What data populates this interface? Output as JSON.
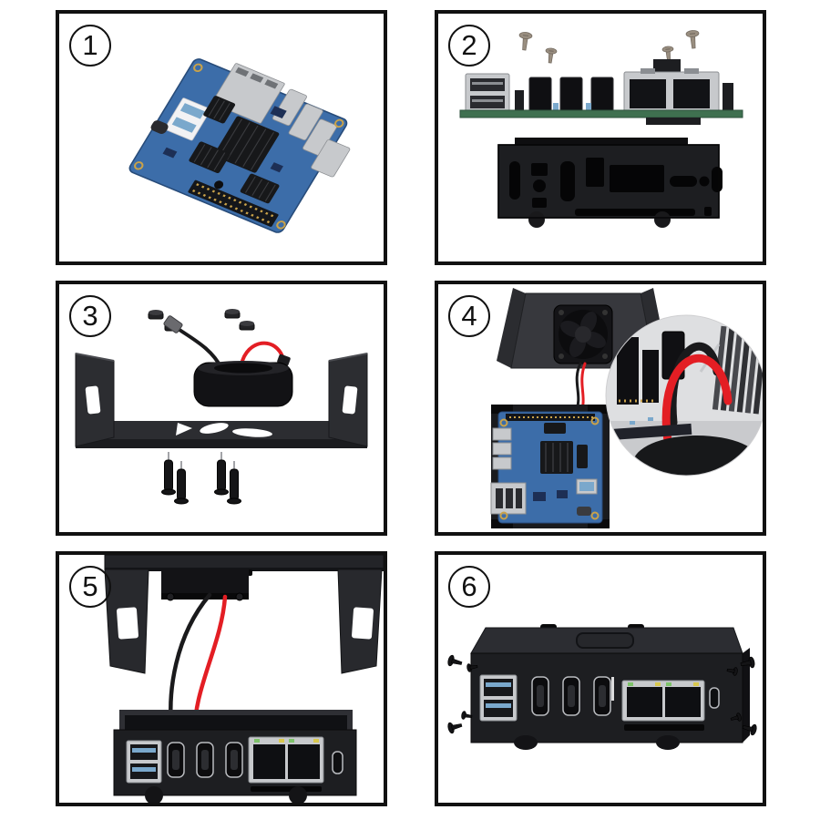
{
  "page": {
    "background": "#ffffff",
    "type": "assembly-instruction-sheet",
    "product": "sbc-metal-case-kit"
  },
  "colors": {
    "page_bg": "#ffffff",
    "panel_border": "#111111",
    "pcb_blue": "#3c6da9",
    "pcb_blue_dark": "#2b5185",
    "pcb_navy": "#1d2f55",
    "pcb_green": "#3f7050",
    "heatsink": "#17181a",
    "case_black": "#1d1e21",
    "case_dark": "#0a0a0b",
    "case_gray": "#2c2d31",
    "lid_gray": "#37383d",
    "metal_silver": "#c7c9cc",
    "metal_dark": "#8b8e92",
    "wire_red": "#e31e24",
    "wire_black": "#1a1a1c",
    "screw_bronze": "#998e80",
    "screw_dark": "#6e655b",
    "gold": "#c9a24a",
    "usb_blue": "#7aa8cc",
    "led_green": "#7ec26a",
    "led_yellow": "#d8c84e",
    "photo_bg": "#dedfe1"
  },
  "steps": [
    {
      "number": "1",
      "illustration": "sbc-board-photo"
    },
    {
      "number": "2",
      "illustration": "board-rear-ports-front-panel-and-screws"
    },
    {
      "number": "3",
      "illustration": "fan-u-bracket-nuts-and-standoff-screws"
    },
    {
      "number": "4",
      "illustration": "lid-with-fan-board-in-case-wiring-detail"
    },
    {
      "number": "5",
      "illustration": "lid-fan-wires-connected-to-case"
    },
    {
      "number": "6",
      "illustration": "assembled-case-with-side-screws"
    }
  ]
}
